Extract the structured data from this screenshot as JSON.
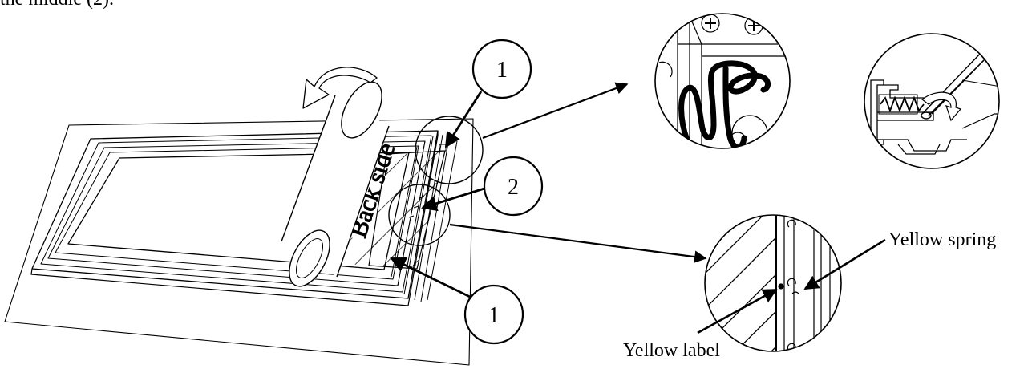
{
  "caption_fragment": "the middle (2).",
  "callouts": [
    "1",
    "2",
    "1"
  ],
  "back_side_text": "Back side",
  "detail_labels": {
    "yellow_spring": "Yellow spring",
    "yellow_label": "Yellow label"
  }
}
